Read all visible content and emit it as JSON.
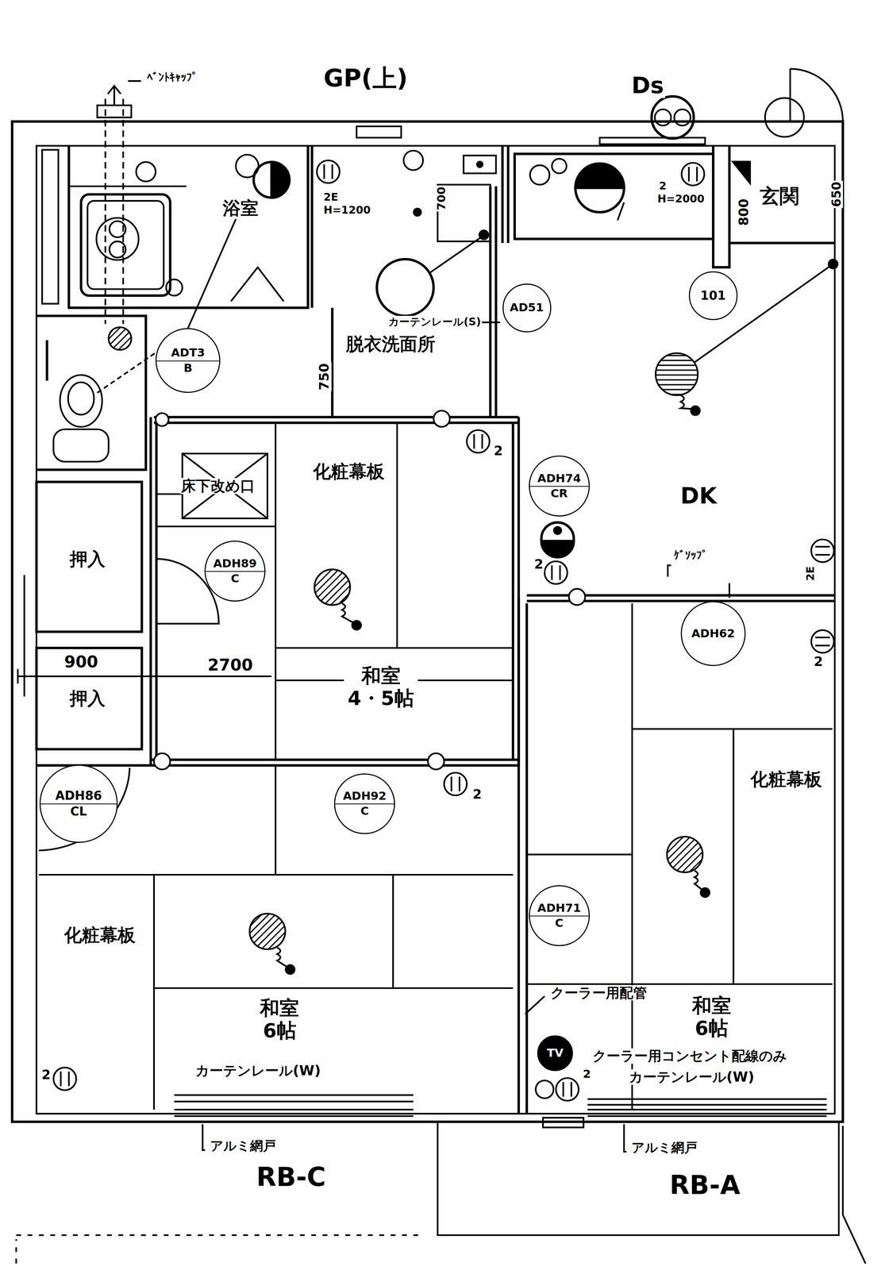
{
  "diagram": {
    "nodes": [
      {
        "text": [
          "浴室"
        ]
      },
      {
        "text": [
          "脱衣洗面所"
        ]
      },
      {
        "text": [
          "玄関"
        ]
      },
      {
        "text": [
          "DK"
        ]
      },
      {
        "text": [
          "和室 4・5帖"
        ]
      },
      {
        "text": [
          "押入"
        ]
      },
      {
        "text": [
          "押入"
        ]
      },
      {
        "text": [
          "和室 6帖"
        ]
      },
      {
        "text": [
          "和室 6帖"
        ]
      },
      {
        "text": [
          "ADT3",
          "B"
        ]
      },
      {
        "text": [
          "AD51"
        ]
      },
      {
        "text": [
          "101"
        ],
        "in": 3
      },
      {
        "text": [
          "ADH74",
          "CR"
        ]
      },
      {
        "text": [
          "ADH89",
          "C"
        ],
        "in": 4
      },
      {
        "text": [
          "ADH62"
        ],
        "in": 7
      },
      {
        "text": [
          "ADH86",
          "CL"
        ],
        "in": 8
      },
      {
        "text": [
          "ADH92",
          "C"
        ],
        "in": 8
      },
      {
        "text": [
          "ADH71",
          "C"
        ],
        "in": 7
      },
      {
        "text": [
          "TV"
        ],
        "in": 7
      }
    ],
    "labels": [
      "ﾍﾞﾝﾄｷｬｯﾌﾟ",
      "GP(上)",
      "Ds",
      "2E",
      "H=1200",
      "2",
      "H=2000",
      "700",
      "750",
      "800",
      "650",
      "カーテンレール(S)",
      "床下改め口",
      "化粧幕板",
      "900",
      "2700",
      "ｹﾞｿｯﾌﾟ",
      "2",
      "2",
      "2E",
      "化粧幕板",
      "2",
      "2",
      "化粧幕板",
      "クーラー用配管",
      "クーラー用コンセント配線のみ",
      "2",
      "2",
      "カーテンレール(W)",
      "カーテンレール(W)",
      "アルミ網戸",
      "アルミ網戸",
      "RB-C",
      "RB-A"
    ]
  }
}
